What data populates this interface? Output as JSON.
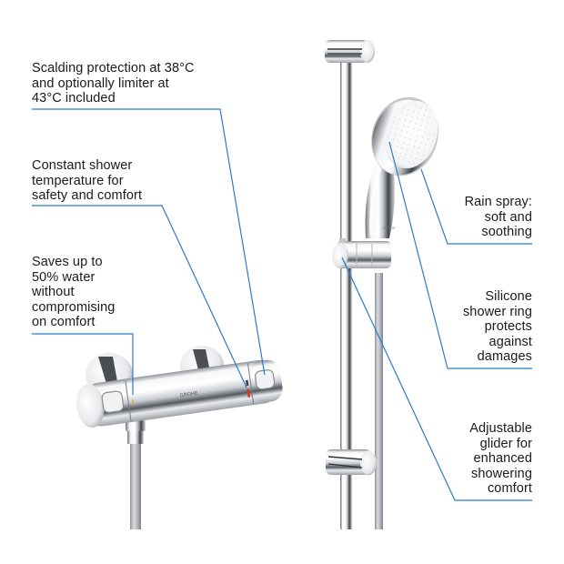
{
  "figure": {
    "type": "product-feature-callout-image",
    "products": [
      {
        "name": "thermostatic-shower-mixer",
        "logo_text": "GROHE"
      },
      {
        "name": "shower-rail-set-with-hand-shower"
      }
    ],
    "colors": {
      "callout_line": "#2b7cc8",
      "text": "#1a1a1a",
      "background": "#ffffff",
      "chrome_light": "#f2f3f5",
      "chrome_mid": "#c9ccd1",
      "chrome_dark": "#4a4d52",
      "hose": "#b9bcc1",
      "thermostat_red": "#d2352a"
    }
  },
  "callouts": {
    "left": [
      {
        "id": "scalding",
        "text": "Scalding protection at 38°C\nand optionally limiter at\n43°C included"
      },
      {
        "id": "constant-temp",
        "text": "Constant shower\ntemperature for\nsafety and comfort"
      },
      {
        "id": "water-saving",
        "text": "Saves up to\n50% water\nwithout\ncompromising\non comfort"
      }
    ],
    "right": [
      {
        "id": "rain-spray",
        "text": "Rain spray:\nsoft and\nsoothing"
      },
      {
        "id": "silicone-ring",
        "text": "Silicone\nshower ring\nprotects\nagainst\ndamages"
      },
      {
        "id": "adjustable-glider",
        "text": "Adjustable\nglider for\nenhanced\nshowering\ncomfort"
      }
    ]
  }
}
